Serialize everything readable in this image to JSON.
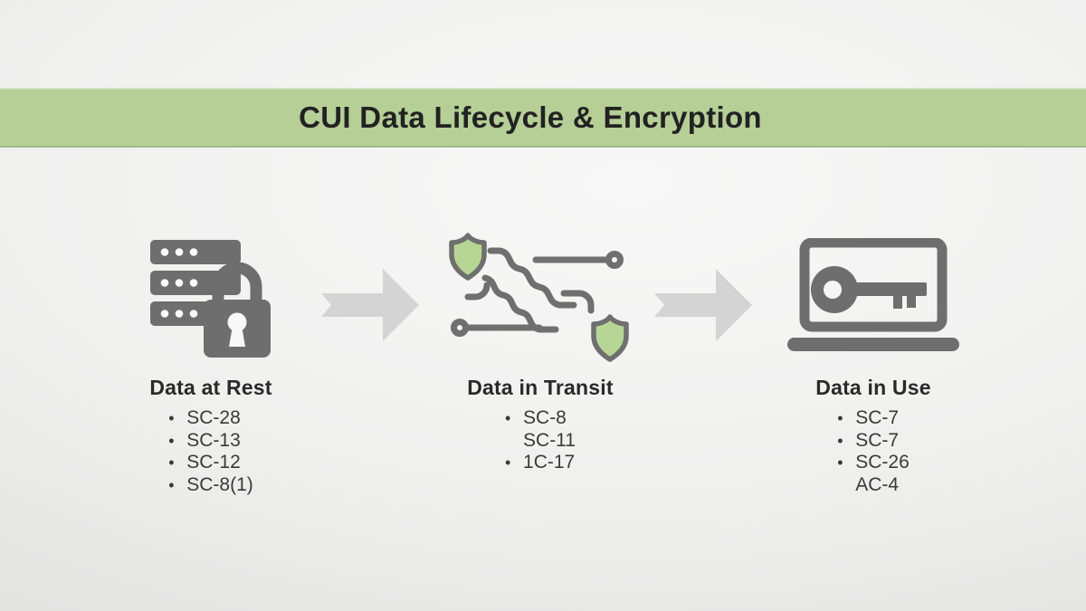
{
  "title": "CUI Data Lifecycle & Encryption",
  "bullet_char": "•",
  "stages": [
    {
      "name": "Data at Rest",
      "icon": "server-lock-icon",
      "controls": [
        {
          "label": "SC-28",
          "bullet": true
        },
        {
          "label": "SC-13",
          "bullet": true
        },
        {
          "label": "SC-12",
          "bullet": true
        },
        {
          "label": "SC-8(1)",
          "bullet": true
        }
      ]
    },
    {
      "name": "Data in Transit",
      "icon": "data-flow-shields-icon",
      "controls": [
        {
          "label": "SC-8",
          "bullet": true
        },
        {
          "label": "SC-11",
          "bullet": false
        },
        {
          "label": "1C-17",
          "bullet": true
        }
      ]
    },
    {
      "name": "Data in Use",
      "icon": "laptop-key-icon",
      "controls": [
        {
          "label": "SC-7",
          "bullet": true
        },
        {
          "label": "SC-7",
          "bullet": true
        },
        {
          "label": "SC-26",
          "bullet": true
        },
        {
          "label": "AC-4",
          "bullet": false
        }
      ]
    }
  ],
  "colors": {
    "banner_green": "#b5cf97",
    "icon_gray": "#6e6e6e",
    "arrow_gray": "#d4d4d4",
    "shield_green": "#b7d695",
    "title_text": "#222222",
    "heading_text": "#2a2a2a",
    "list_text": "#3a3a3a"
  }
}
